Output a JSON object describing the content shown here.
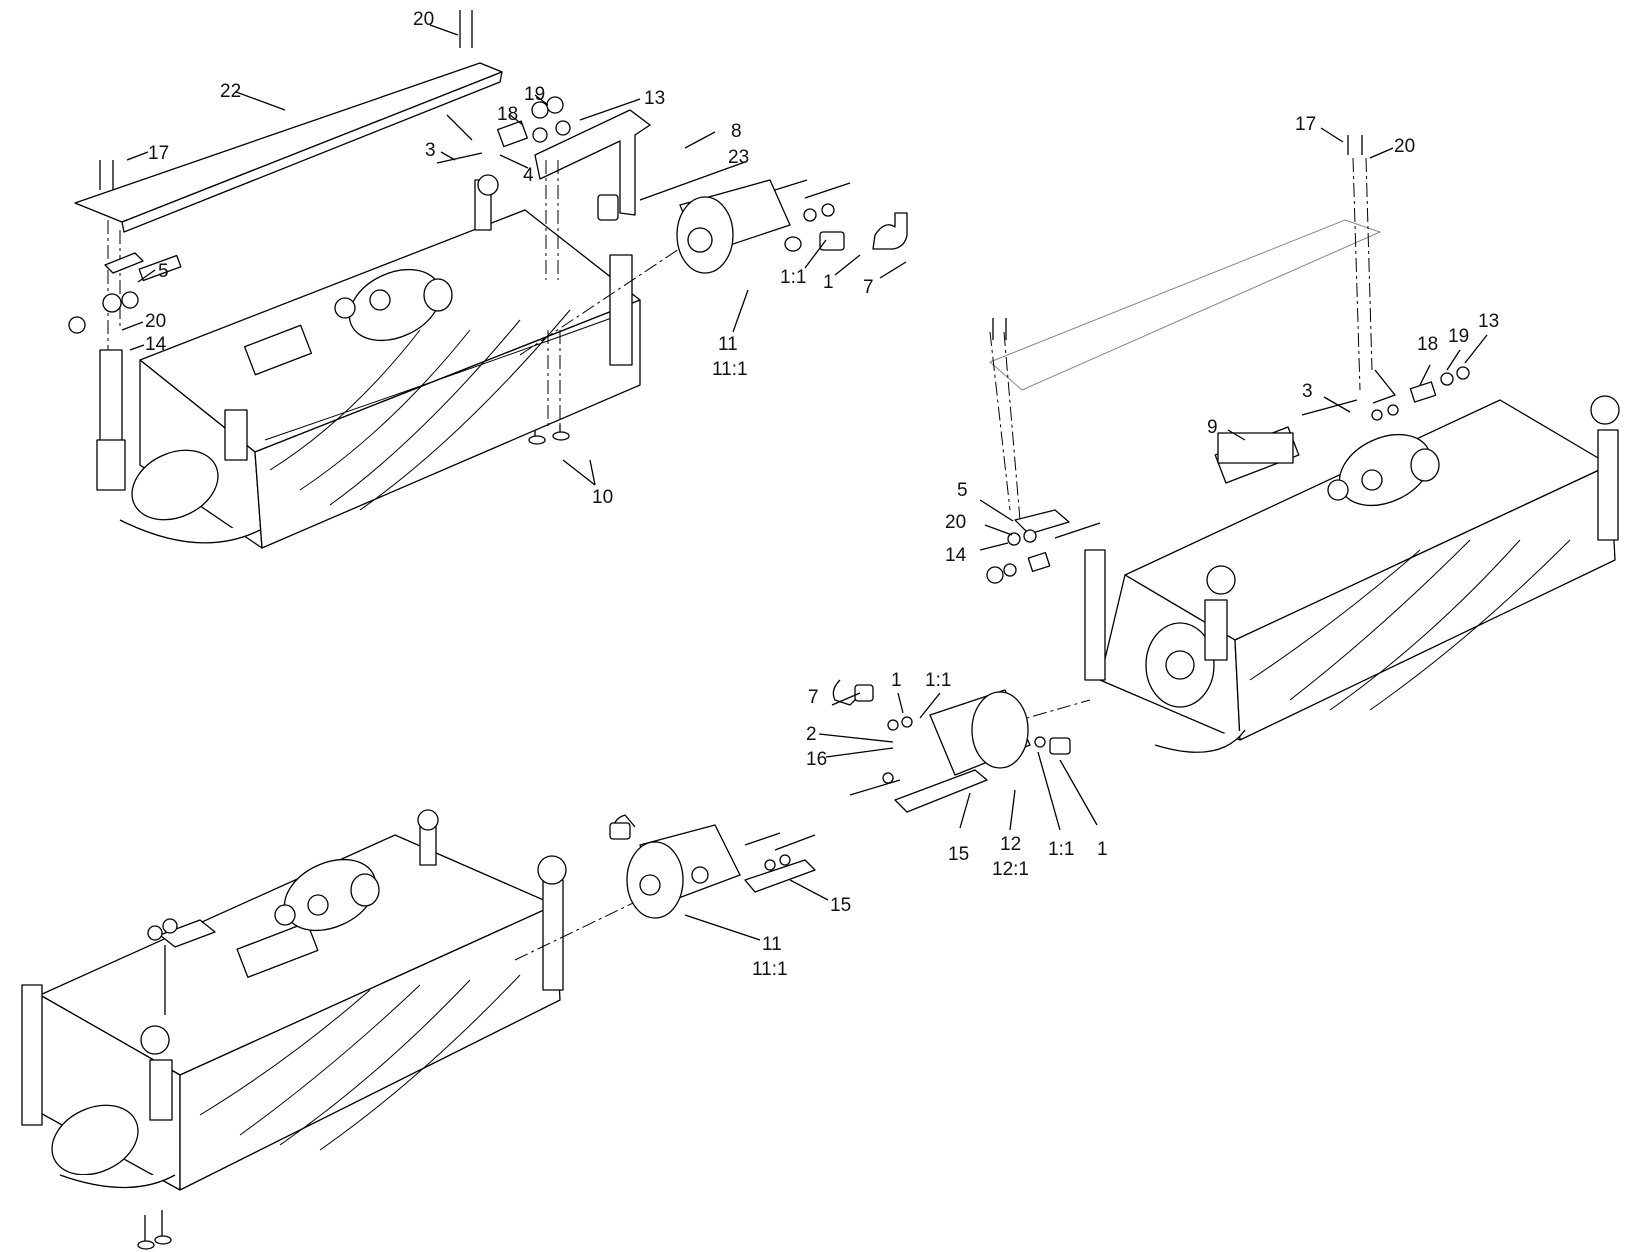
{
  "callouts": {
    "a": [
      "20",
      "22",
      "17",
      "5",
      "20",
      "14",
      "19",
      "18",
      "13",
      "3",
      "4",
      "8",
      "23",
      "1:1",
      "1",
      "7",
      "11",
      "11:1",
      "10"
    ],
    "b": [
      "17",
      "20",
      "18",
      "19",
      "13",
      "3",
      "9",
      "5",
      "20",
      "14",
      "7",
      "1",
      "1:1",
      "2",
      "16",
      "15",
      "12",
      "12:1",
      "1:1",
      "1"
    ],
    "c": [
      "11",
      "11:1",
      "15"
    ]
  }
}
